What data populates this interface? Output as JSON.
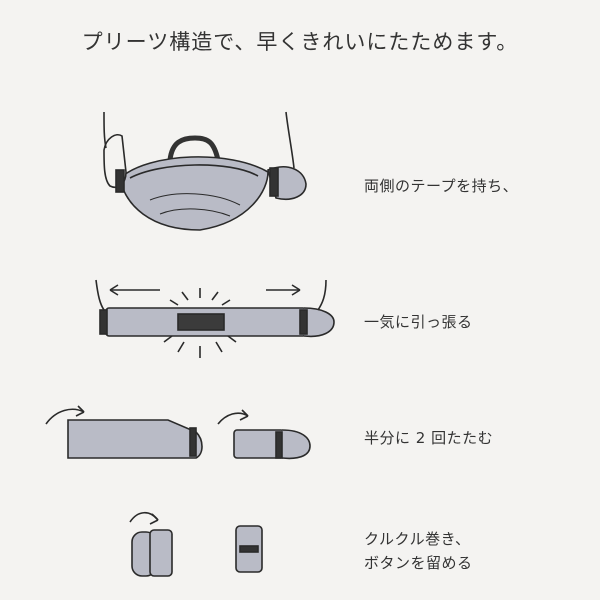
{
  "title": "プリーツ構造で、早くきれいにたためます。",
  "steps": [
    {
      "lines": [
        "両側のテープを持ち、"
      ]
    },
    {
      "lines": [
        "一気に引っ張る"
      ]
    },
    {
      "lines": [
        "半分に 2 回たたむ"
      ]
    },
    {
      "lines": [
        "クルクル巻き、",
        "ボタンを留める"
      ]
    }
  ],
  "colors": {
    "background": "#f4f3f1",
    "bag_fill": "#b9bbc6",
    "outline": "#2a2a2a",
    "tape": "#3b3b3b"
  },
  "icons": [
    "hands-holding-bag-illustration",
    "pull-bag-illustration",
    "fold-in-half-illustration",
    "roll-and-button-illustration"
  ]
}
